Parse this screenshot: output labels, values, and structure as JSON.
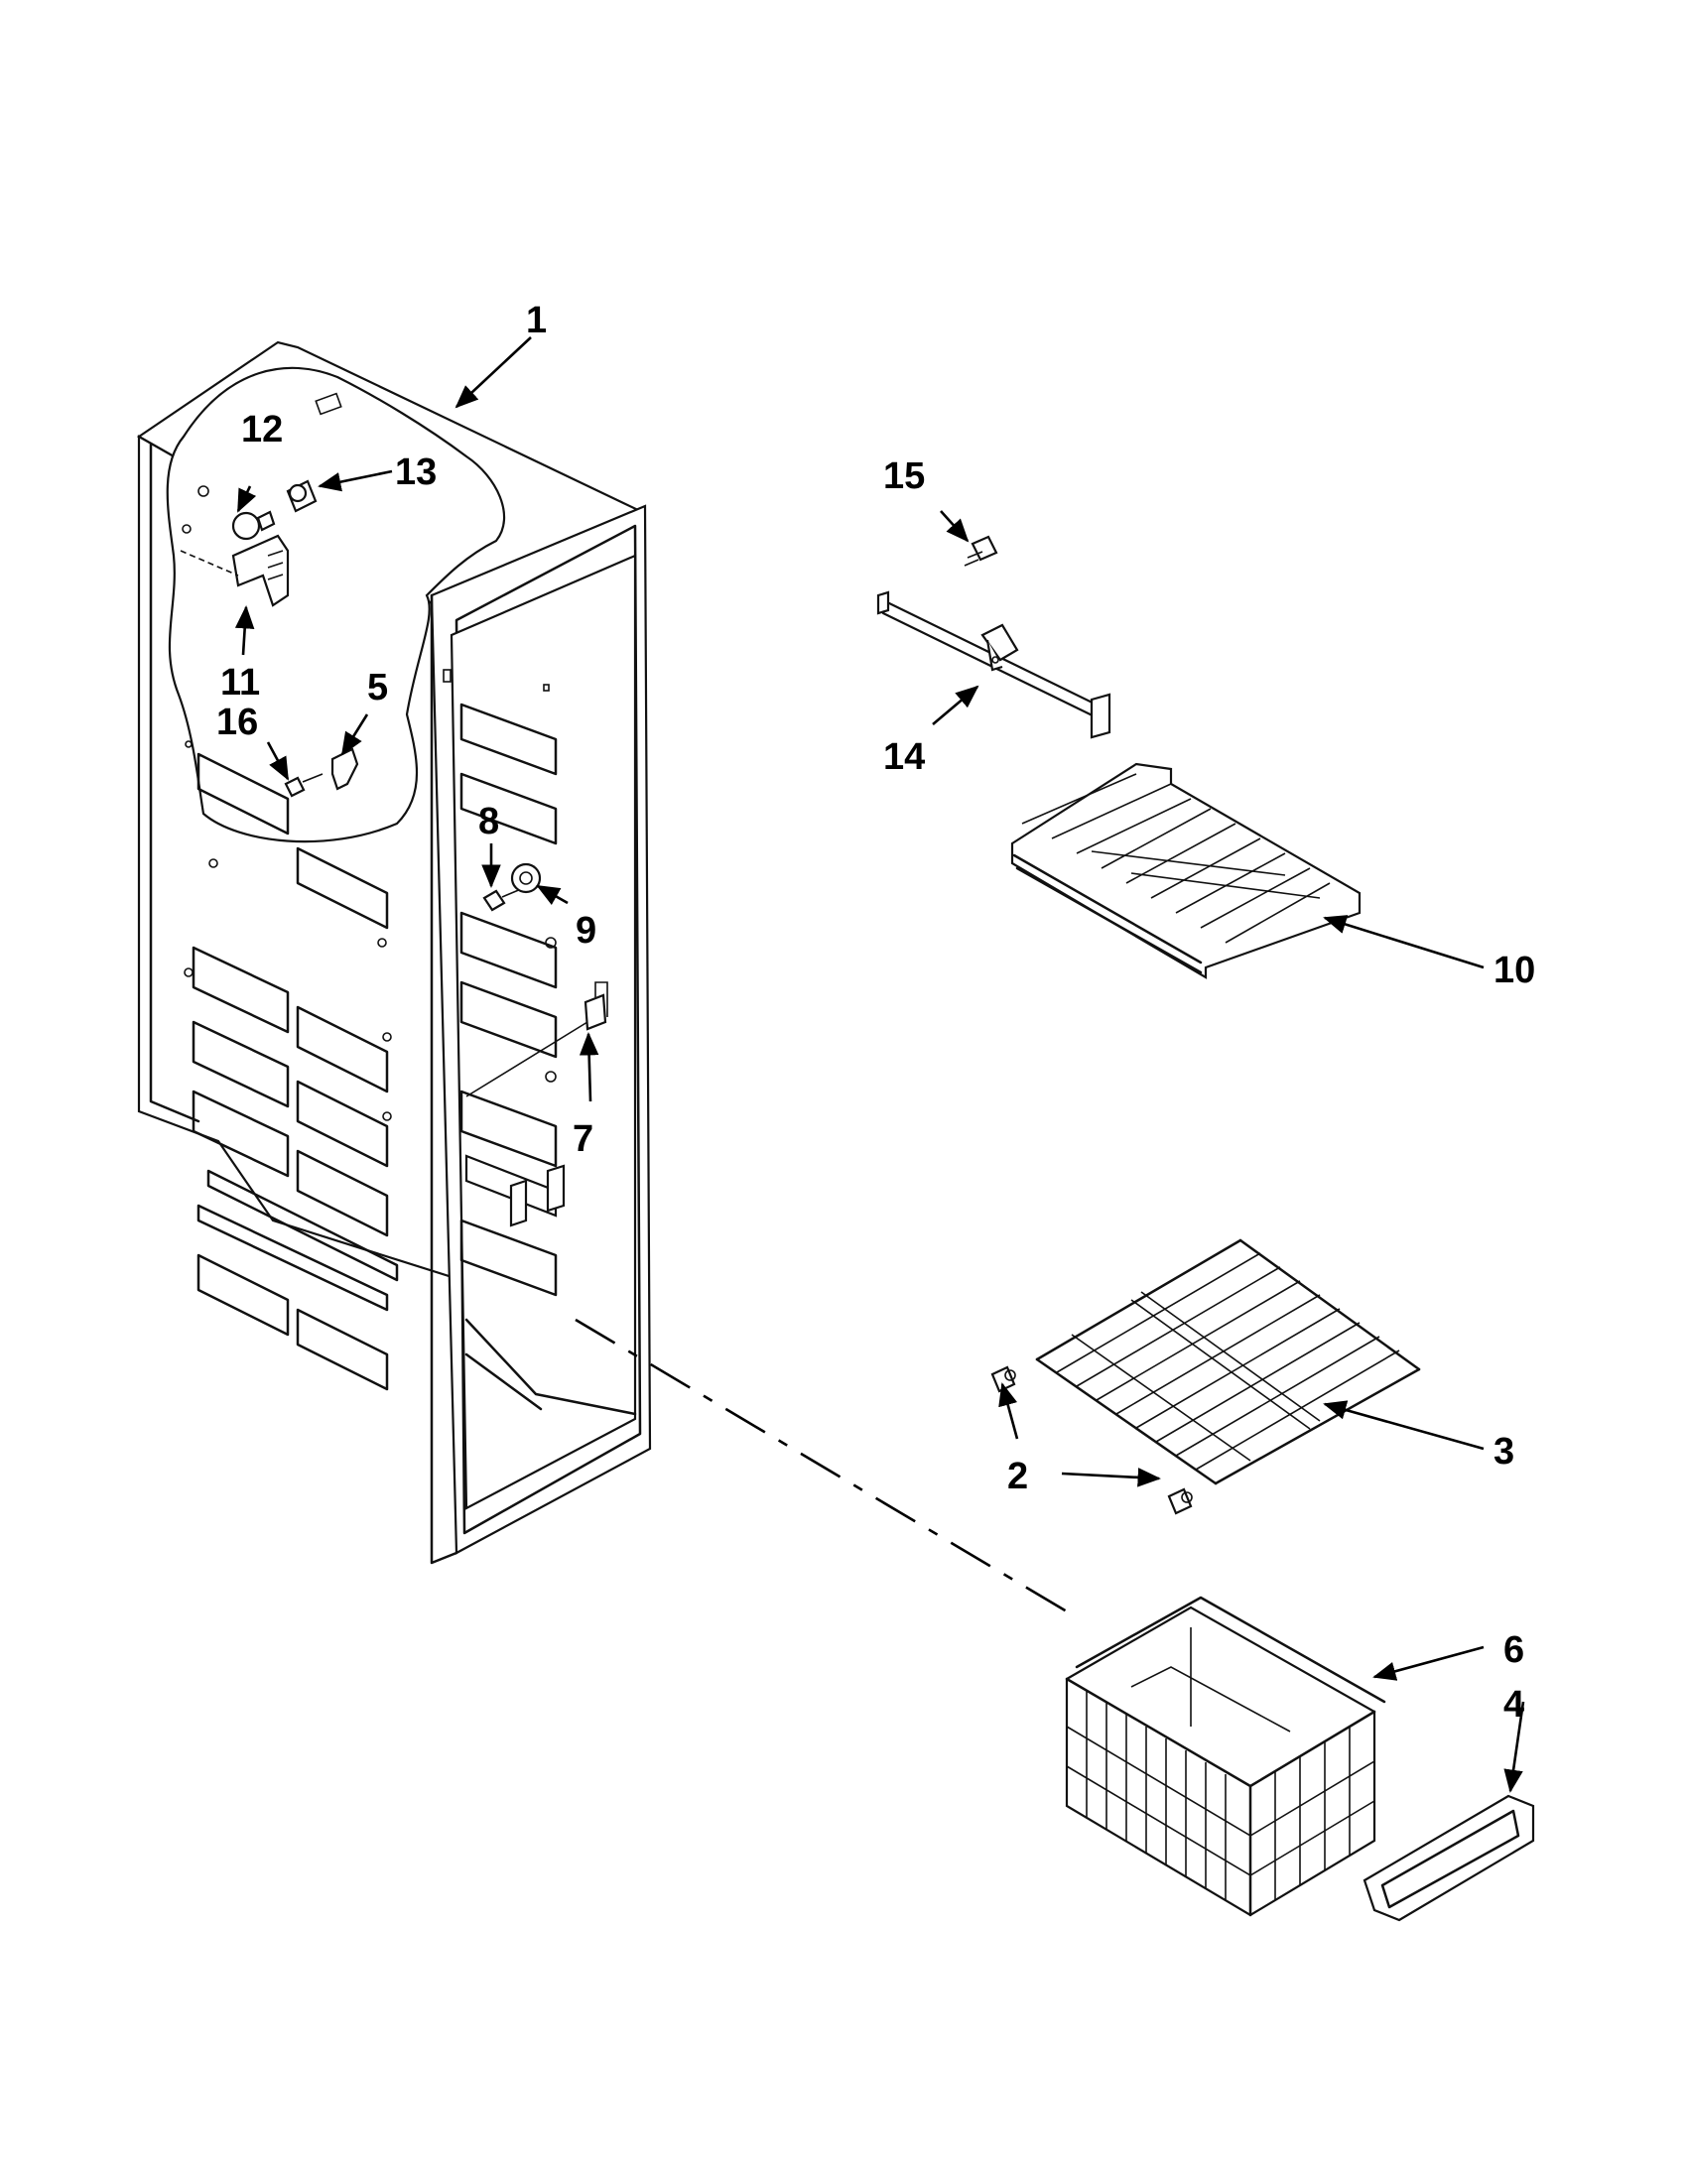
{
  "diagram": {
    "callouts": [
      {
        "id": "1",
        "text": "1"
      },
      {
        "id": "2",
        "text": "2"
      },
      {
        "id": "3",
        "text": "3"
      },
      {
        "id": "4",
        "text": "4"
      },
      {
        "id": "5",
        "text": "5"
      },
      {
        "id": "6",
        "text": "6"
      },
      {
        "id": "7",
        "text": "7"
      },
      {
        "id": "8",
        "text": "8"
      },
      {
        "id": "9",
        "text": "9"
      },
      {
        "id": "10",
        "text": "10"
      },
      {
        "id": "11",
        "text": "11"
      },
      {
        "id": "12",
        "text": "12"
      },
      {
        "id": "13",
        "text": "13"
      },
      {
        "id": "14",
        "text": "14"
      },
      {
        "id": "15",
        "text": "15"
      },
      {
        "id": "16",
        "text": "16"
      }
    ],
    "parts": [
      "freezer-liner",
      "shelf-stud",
      "wire-shelf",
      "basket-handle",
      "light-socket-bracket",
      "freezer-basket",
      "door-switch",
      "screw",
      "shelf-stop",
      "slide-out-shelf",
      "light-housing",
      "light-bulb",
      "light-socket",
      "shelf-support",
      "support-screw",
      "bracket-screw"
    ],
    "colors": {
      "ink": "#000000",
      "paper": "#ffffff"
    }
  }
}
